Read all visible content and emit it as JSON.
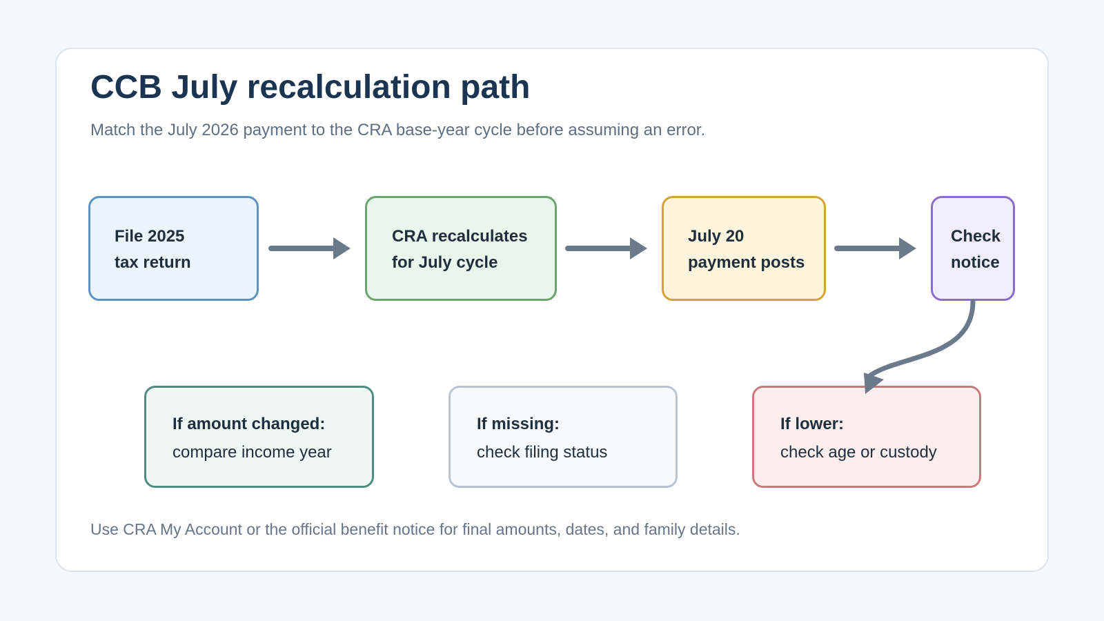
{
  "title": "CCB July recalculation path",
  "subtitle": "Match the July 2026 payment to the CRA base-year cycle before assuming an error.",
  "steps": [
    {
      "line1": "File 2025",
      "line2": "tax return"
    },
    {
      "line1": "CRA recalculates",
      "line2": "for July cycle"
    },
    {
      "line1": "July 20",
      "line2": "payment posts"
    },
    {
      "line1": "Check",
      "line2": "notice"
    }
  ],
  "outcomes": [
    {
      "heading": "If amount changed:",
      "detail": "compare income year"
    },
    {
      "heading": "If missing:",
      "detail": "check filing status"
    },
    {
      "heading": "If lower:",
      "detail": "check age or custody"
    }
  ],
  "footnote": "Use CRA My Account or the official benefit notice for final amounts, dates, and family details.",
  "colors": {
    "background": "#f5f7fa",
    "title": "#1b3452",
    "arrow": "#6b7a8b",
    "step_1_border": "#5d93c4",
    "step_2_border": "#6aa46f",
    "step_3_border": "#d4a23a",
    "step_4_border": "#8a6dc8",
    "outcome_1_border": "#4f8d7e",
    "outcome_2_border": "#b9c4d0",
    "outcome_3_border": "#c97b7b"
  }
}
